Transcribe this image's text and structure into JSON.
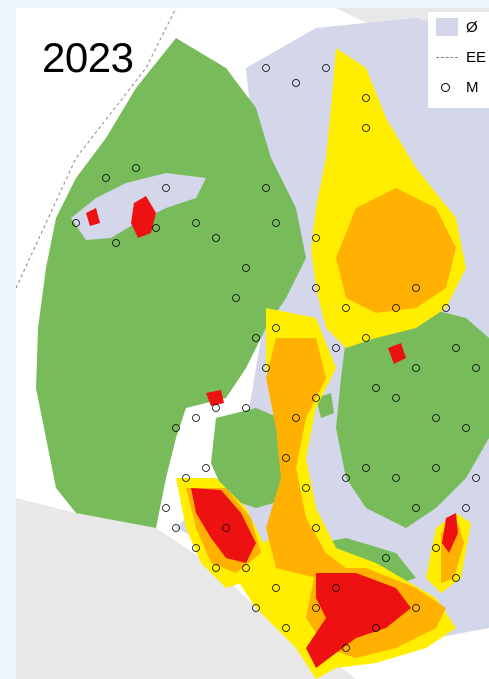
{
  "year": "2023",
  "legend": {
    "items": [
      {
        "symbol": "swatch",
        "color": "#d4d6ea",
        "label": "Ø"
      },
      {
        "symbol": "dashed-line",
        "color": "#888888",
        "label": "EE"
      },
      {
        "symbol": "circle",
        "color": "#000000",
        "label": "M"
      }
    ]
  },
  "colors": {
    "land": "#77bb5a",
    "sea_outer": "#d4d6ea",
    "low": "#ffee00",
    "medium": "#ffb000",
    "high": "#ee1111",
    "foreign_land": "#e8e8e8"
  }
}
